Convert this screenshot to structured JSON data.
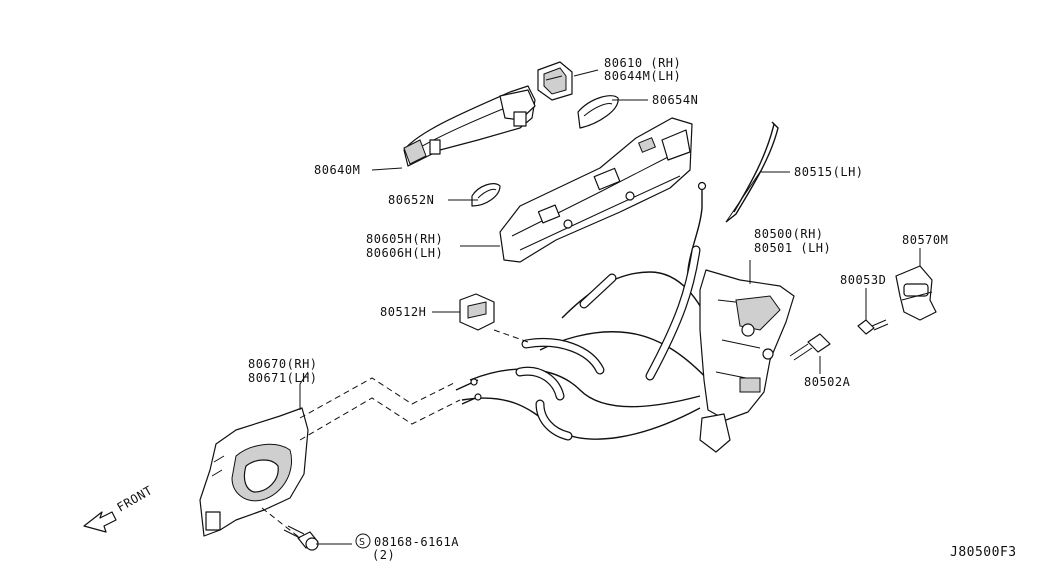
{
  "diagram_code": "J80500F3",
  "direction_label": "FRONT",
  "callouts": {
    "p80610": "80610 (RH)",
    "p80644m": "80644M(LH)",
    "p80654n": "80654N",
    "p80640m": "80640M",
    "p80652n": "80652N",
    "p80605h": "80605H(RH)",
    "p80606h": "80606H(LH)",
    "p80515": "80515(LH)",
    "p80500": "80500(RH)",
    "p80501": "80501 (LH)",
    "p80570m": "80570M",
    "p80053d": "80053D",
    "p80512h": "80512H",
    "p80670": "80670(RH)",
    "p80671": "80671(LH)",
    "p80502a": "80502A",
    "bolt_symbol": "S",
    "bolt_part": "08168-6161A",
    "bolt_qty": "(2)"
  }
}
